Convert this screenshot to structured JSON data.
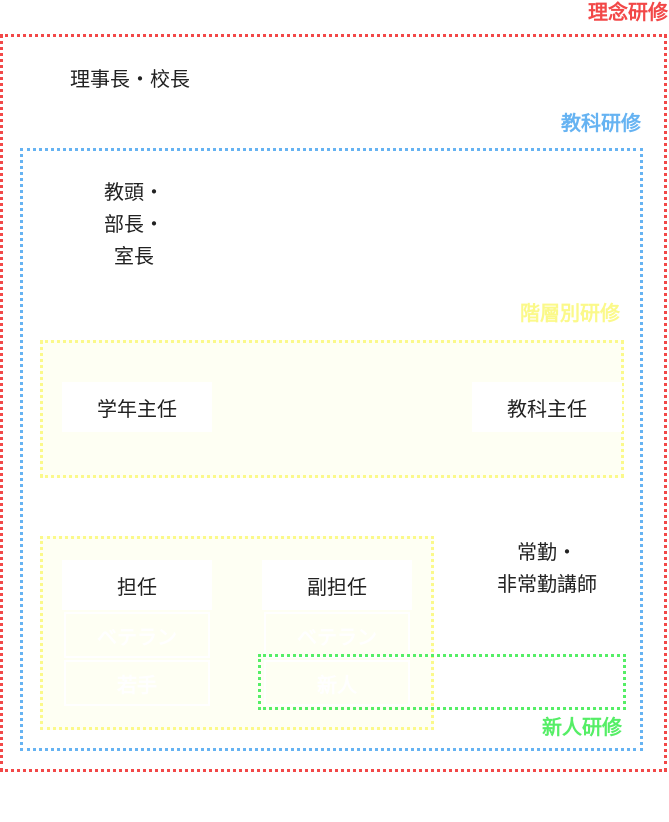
{
  "colors": {
    "philosophy": "#f24848",
    "subject": "#66b3f2",
    "hierarchy": "#fbf98a",
    "newcomer": "#55ee66",
    "panel_fill": "#fefff3"
  },
  "trainings": {
    "philosophy": "理念研修",
    "subject": "教科研修",
    "hierarchy": "階層別研修",
    "newcomer": "新人研修"
  },
  "roles": {
    "top": "理事長・校長",
    "middle": [
      "教頭・",
      "部長・",
      "室長"
    ],
    "grade_head": "学年主任",
    "subject_head": "教科主任",
    "part_time": [
      "常勤・",
      "非常勤講師"
    ]
  },
  "homeroom": {
    "title": "担任",
    "levels": [
      "ベテラン",
      "若手"
    ]
  },
  "assistant_homeroom": {
    "title": "副担任",
    "levels": [
      "ベテラン",
      "新人"
    ]
  }
}
